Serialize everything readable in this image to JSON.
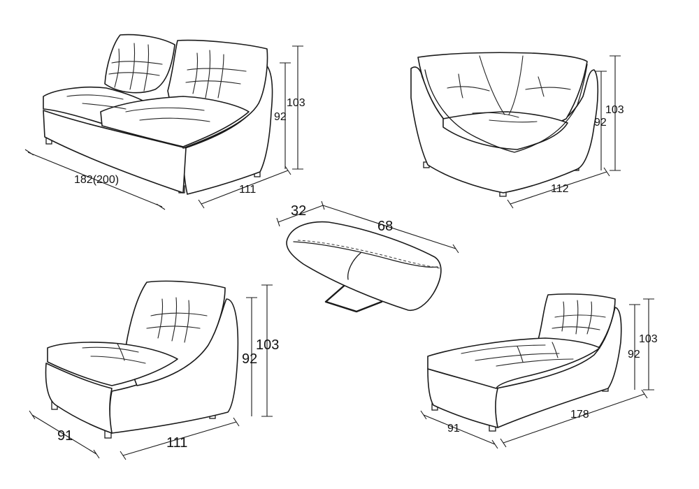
{
  "dimensions": {
    "two_seat": {
      "width": "182(200)",
      "depth": "111",
      "total_height": "103",
      "seat_back_height": "92"
    },
    "corner": {
      "width": "112",
      "total_height": "103",
      "seat_back_height": "92"
    },
    "ottoman": {
      "width": "32",
      "length": "68"
    },
    "armless_chair": {
      "width": "91",
      "depth": "111",
      "total_height": "103",
      "seat_back_height": "92"
    },
    "chaise": {
      "width": "91",
      "length": "178",
      "total_height": "103",
      "seat_back_height": "92"
    }
  }
}
